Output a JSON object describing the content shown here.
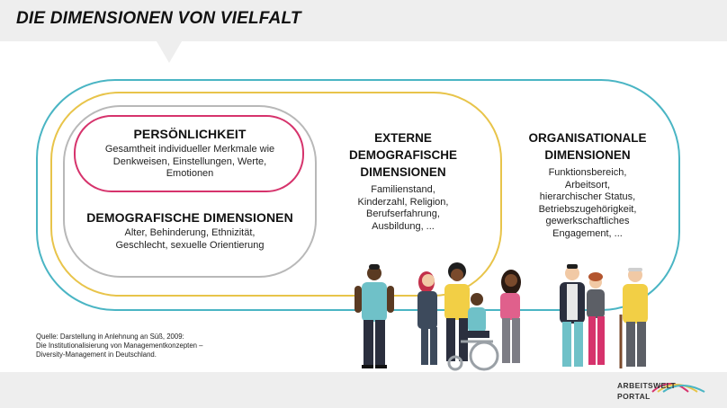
{
  "title": "DIE DIMENSIONEN VON VIELFALT",
  "personality": {
    "heading": "PERSÖNLICHKEIT",
    "lines": [
      "Gesamtheit individueller Merkmale wie",
      "Denkweisen, Einstellungen, Werte,",
      "Emotionen"
    ]
  },
  "demographic": {
    "heading": "DEMOGRAFISCHE DIMENSIONEN",
    "lines": [
      "Alter, Behinderung, Ethnizität,",
      "Geschlecht, sexuelle Orientierung"
    ]
  },
  "external": {
    "heading_lines": [
      "EXTERNE",
      "DEMOGRAFISCHE",
      "DIMENSIONEN"
    ],
    "lines": [
      "Familienstand,",
      "Kinderzahl, Religion,",
      "Berufserfahrung,",
      "Ausbildung, ..."
    ]
  },
  "organisational": {
    "heading_lines": [
      "ORGANISATIONALE",
      "DIMENSIONEN"
    ],
    "lines": [
      "Funktionsbereich,",
      "Arbeitsort,",
      "hierarchischer Status,",
      "Betriebszugehörigkeit,",
      "gewerkschaftliches",
      "Engagement, ..."
    ]
  },
  "source": {
    "lines": [
      "Quelle: Darstellung in Anlehnung an Süß, 2009:",
      "Die Institutionalisierung von Managementkonzepten –",
      "Diversity-Management in Deutschland."
    ]
  },
  "logo": {
    "line1": "ARBEITSWELT",
    "line2": "PORTAL"
  },
  "colors": {
    "org_frame": "#4ab5c4",
    "external_frame": "#e8c44a",
    "core_frame": "#b8b8b8",
    "personality_frame": "#d6336c"
  }
}
